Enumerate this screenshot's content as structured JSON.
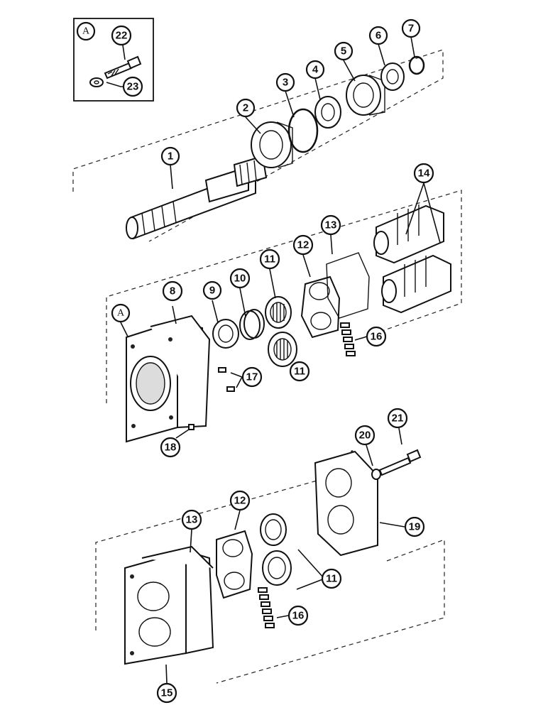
{
  "inset": {
    "label": "A",
    "callouts": [
      "22",
      "23"
    ]
  },
  "callouts": {
    "c1": "1",
    "c2": "2",
    "c3": "3",
    "c4": "4",
    "c5": "5",
    "c6": "6",
    "c7": "7",
    "c8": "8",
    "c9": "9",
    "c10": "10",
    "c11a": "11",
    "c11b": "11",
    "c11c": "11",
    "c12a": "12",
    "c12b": "12",
    "c13a": "13",
    "c13b": "13",
    "c14": "14",
    "c15": "15",
    "c16a": "16",
    "c16b": "16",
    "c17": "17",
    "c18": "18",
    "c19": "19",
    "c20": "20",
    "c21": "21"
  },
  "ref_label": "A"
}
